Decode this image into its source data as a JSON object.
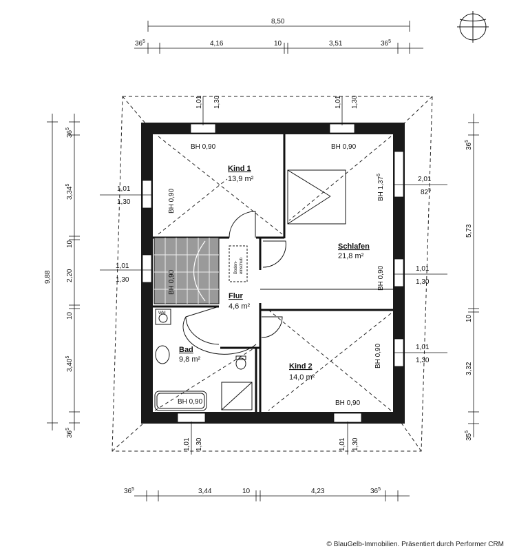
{
  "dimensions": {
    "top_total": "8,50",
    "top_left_wall": "36",
    "top_left_wall_sup": "5",
    "top_seg1": "4,16",
    "top_mid": "10",
    "top_seg2": "3,51",
    "top_right_wall": "36",
    "top_right_wall_sup": "5",
    "bottom_left_wall": "36",
    "bottom_left_wall_sup": "5",
    "bottom_seg1": "3,44",
    "bottom_mid": "10",
    "bottom_seg2": "4,23",
    "bottom_right_wall": "36",
    "bottom_right_wall_sup": "5",
    "left_total": "9,88",
    "left_top_wall": "36",
    "left_top_wall_sup": "5",
    "left_seg1": "3,34",
    "left_seg1_sup": "5",
    "left_mid1": "10",
    "left_seg2": "2,20",
    "left_mid2": "10",
    "left_seg3": "3,40",
    "left_seg3_sup": "5",
    "left_bottom_wall": "36",
    "left_bottom_wall_sup": "5",
    "right_top_wall": "36",
    "right_top_wall_sup": "5",
    "right_seg1": "5,73",
    "right_mid": "10",
    "right_seg2": "3,32",
    "right_bottom_wall": "35",
    "right_bottom_wall_sup": "5"
  },
  "windows": {
    "w_top_left_w": "1,01",
    "w_top_left_h": "1,30",
    "w_top_right_w": "1,01",
    "w_top_right_h": "1,30",
    "w_left_upper_w": "1,01",
    "w_left_upper_h": "1,30",
    "w_left_mid_w": "1,01",
    "w_left_mid_h": "1,30",
    "w_right_upper_w": "2,01",
    "w_right_upper_h": "82",
    "w_right_upper_h_sup": "5",
    "w_right_mid_w": "1,01",
    "w_right_mid_h": "1,30",
    "w_right_lower_w": "1,01",
    "w_right_lower_h": "1,30",
    "w_bottom_left_w": "1,01",
    "w_bottom_left_h": "1,30",
    "w_bottom_right_w": "1,01",
    "w_bottom_right_h": "1,30"
  },
  "sill_labels": {
    "kind1_top": "BH 0,90",
    "kind1_left": "BH 0,90",
    "schlafen_top": "BH 0,90",
    "schlafen_right_upper": "BH 1,37",
    "schlafen_right_upper_sup": "5",
    "schlafen_right_lower": "BH 0,90",
    "stair_left": "BH 0,90",
    "kind2_right": "BH 0,90",
    "kind2_bottom": "BH 0,90",
    "bad_bottom": "BH 0,90"
  },
  "rooms": {
    "kind1": {
      "name": "Kind 1",
      "area": "13,9 m²"
    },
    "schlafen": {
      "name": "Schlafen",
      "area": "21,8 m²"
    },
    "flur": {
      "name": "Flur",
      "area": "4,6 m²"
    },
    "bad": {
      "name": "Bad",
      "area": "9,8 m²"
    },
    "kind2": {
      "name": "Kind 2",
      "area": "14,0 m²"
    }
  },
  "fixtures": {
    "washer_label": "WM",
    "hatch_line1": "Boden-",
    "hatch_line2": "einschub"
  },
  "footer": {
    "copyright": "© BlauGelb-Immobilien. Präsentiert durch Performer CRM"
  }
}
